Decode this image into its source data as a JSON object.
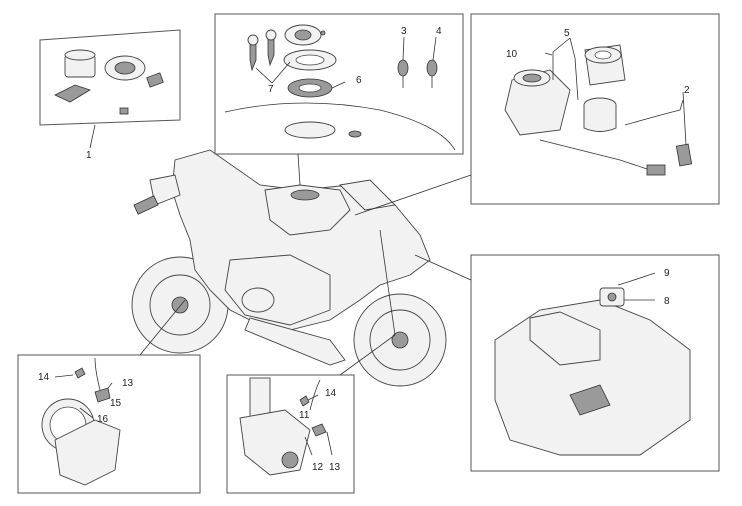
{
  "callouts": {
    "c1": "1",
    "c2": "2",
    "c3": "3",
    "c4": "4",
    "c5": "5",
    "c6": "6",
    "c7": "7",
    "c8": "8",
    "c9": "9",
    "c10": "10",
    "c11": "11",
    "c12": "12",
    "c13a": "13",
    "c13b": "13",
    "c14a": "14",
    "c14b": "14",
    "c15": "15",
    "c16": "16"
  }
}
